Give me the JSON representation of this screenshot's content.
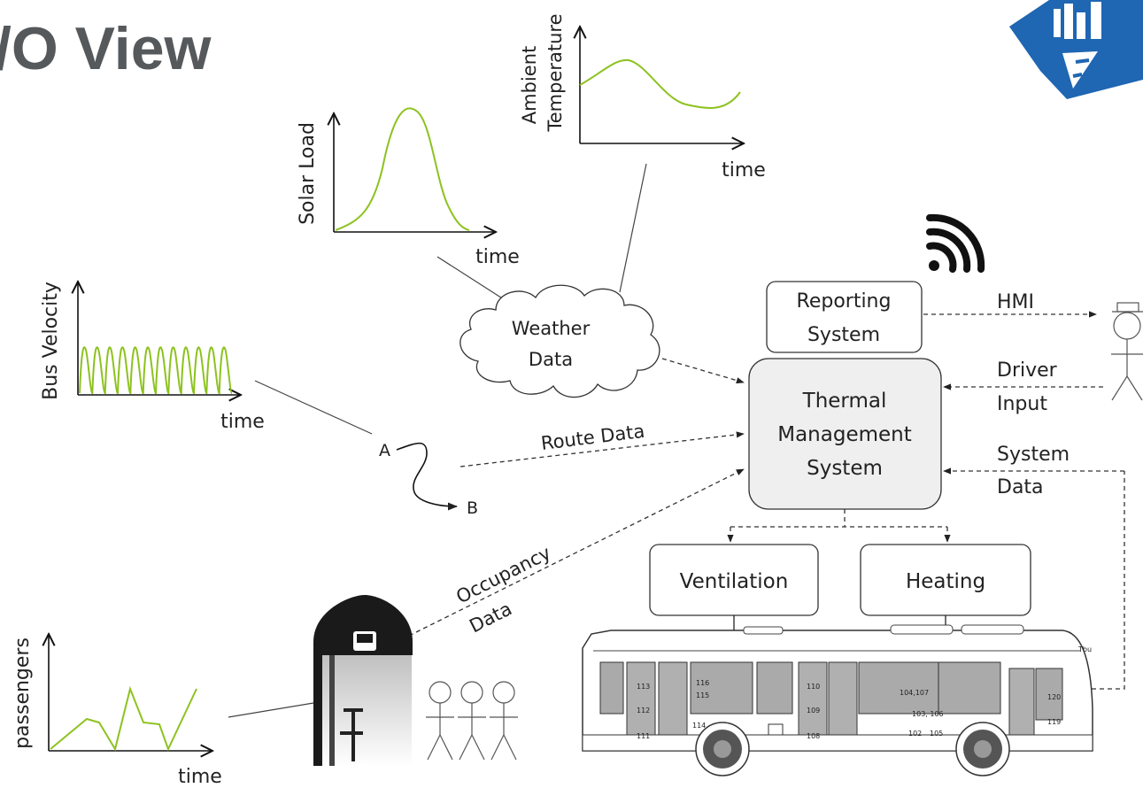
{
  "title": "/O View",
  "charts": {
    "solar": {
      "ylabel": "Solar Load",
      "xlabel": "time"
    },
    "temperature": {
      "ylabel_line1": "Ambient",
      "ylabel_line2": "Temperature",
      "xlabel": "time"
    },
    "velocity": {
      "ylabel": "Bus Velocity",
      "xlabel": "time"
    },
    "passengers": {
      "ylabel": "passengers",
      "xlabel": "time"
    }
  },
  "weather": {
    "line1": "Weather",
    "line2": "Data"
  },
  "route": {
    "label": "Route Data",
    "point_a": "A",
    "point_b": "B"
  },
  "occupancy": {
    "line1": "Occupancy",
    "line2": "Data"
  },
  "reporting": {
    "line1": "Reporting",
    "line2": "System"
  },
  "thermal": {
    "line1": "Thermal",
    "line2": "Management",
    "line3": "System"
  },
  "hmi": {
    "label": "HMI"
  },
  "driver_input": {
    "line1": "Driver",
    "line2": "Input"
  },
  "system_data": {
    "line1": "System",
    "line2": "Data"
  },
  "ventilation": {
    "label": "Ventilation"
  },
  "heating": {
    "label": "Heating"
  },
  "bus": {
    "zone_labels": [
      "113",
      "112",
      "111",
      "116",
      "115",
      "114",
      "110",
      "109",
      "108",
      "104,107",
      "103, 106",
      "102",
      "105",
      "120",
      "119",
      "Tbu"
    ]
  },
  "colors": {
    "curve": "#8dc21f",
    "title": "#55595c",
    "thermal_fill": "#efefef",
    "logo_blue": "#1f66b3"
  }
}
